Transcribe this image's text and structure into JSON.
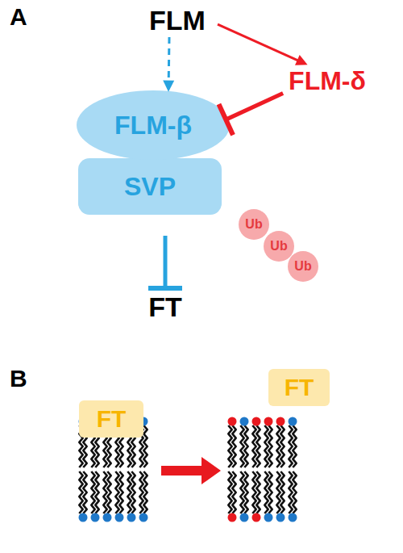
{
  "diagram": {
    "nodes": [
      {
        "text": [
          "FLM"
        ]
      },
      {
        "text": [
          "FLM-δ"
        ]
      },
      {
        "text": [
          "FLM-β"
        ]
      },
      {
        "text": [
          "SVP"
        ]
      },
      {
        "text": [
          "Ub"
        ]
      },
      {
        "text": [
          "Ub"
        ]
      },
      {
        "text": [
          "Ub"
        ]
      },
      {
        "text": [
          "FT"
        ]
      },
      {
        "text": [
          "FT"
        ]
      },
      {
        "text": [
          "FT"
        ]
      }
    ],
    "edges": [
      {
        "from": 0,
        "to": 2,
        "arrow": "to"
      },
      {
        "from": 0,
        "to": 1,
        "arrow": "to"
      },
      {
        "from": 1,
        "to": 2,
        "arrow": "to"
      },
      {
        "from": 3,
        "to": 7,
        "arrow": "to"
      }
    ],
    "labels": [
      "A",
      "B"
    ]
  }
}
